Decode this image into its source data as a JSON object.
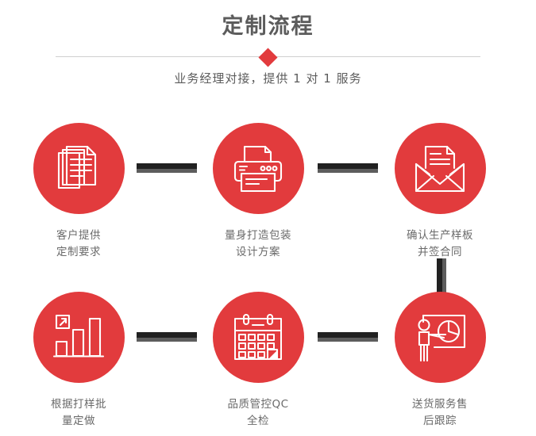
{
  "header": {
    "title": "定制流程",
    "subtitle": "业务经理对接，提供 1 对 1 服务",
    "accent_color": "#e23b3d",
    "title_color": "#5c5c5c",
    "divider_color": "#cfcfcf",
    "diamond_icon": "diamond-marker"
  },
  "flow": {
    "connector_color": "#212121",
    "connector_shadow_color": "#5d5d5d",
    "circle_color": "#e23b3d",
    "label_color": "#6a6a6a",
    "steps": [
      {
        "index": 1,
        "label": "客户提供\n定制要求",
        "icon": "documents-stack-icon"
      },
      {
        "index": 2,
        "label": "量身打造包装\n设计方案",
        "icon": "printer-icon"
      },
      {
        "index": 3,
        "label": "确认生产样板\n并签合同",
        "icon": "envelope-letter-icon"
      },
      {
        "index": 4,
        "label": "根据打样批\n量定做",
        "icon": "bar-chart-growth-icon"
      },
      {
        "index": 5,
        "label": "品质管控QC\n全检",
        "icon": "calendar-check-icon"
      },
      {
        "index": 6,
        "label": "送货服务售\n后跟踪",
        "icon": "presenter-pie-chart-icon"
      }
    ],
    "connectors": [
      {
        "name": "connector-step1-step2",
        "orientation": "horizontal"
      },
      {
        "name": "connector-step2-step3",
        "orientation": "horizontal"
      },
      {
        "name": "connector-step3-step6",
        "orientation": "vertical"
      },
      {
        "name": "connector-step4-step5",
        "orientation": "horizontal"
      },
      {
        "name": "connector-step5-step6",
        "orientation": "horizontal"
      }
    ]
  }
}
